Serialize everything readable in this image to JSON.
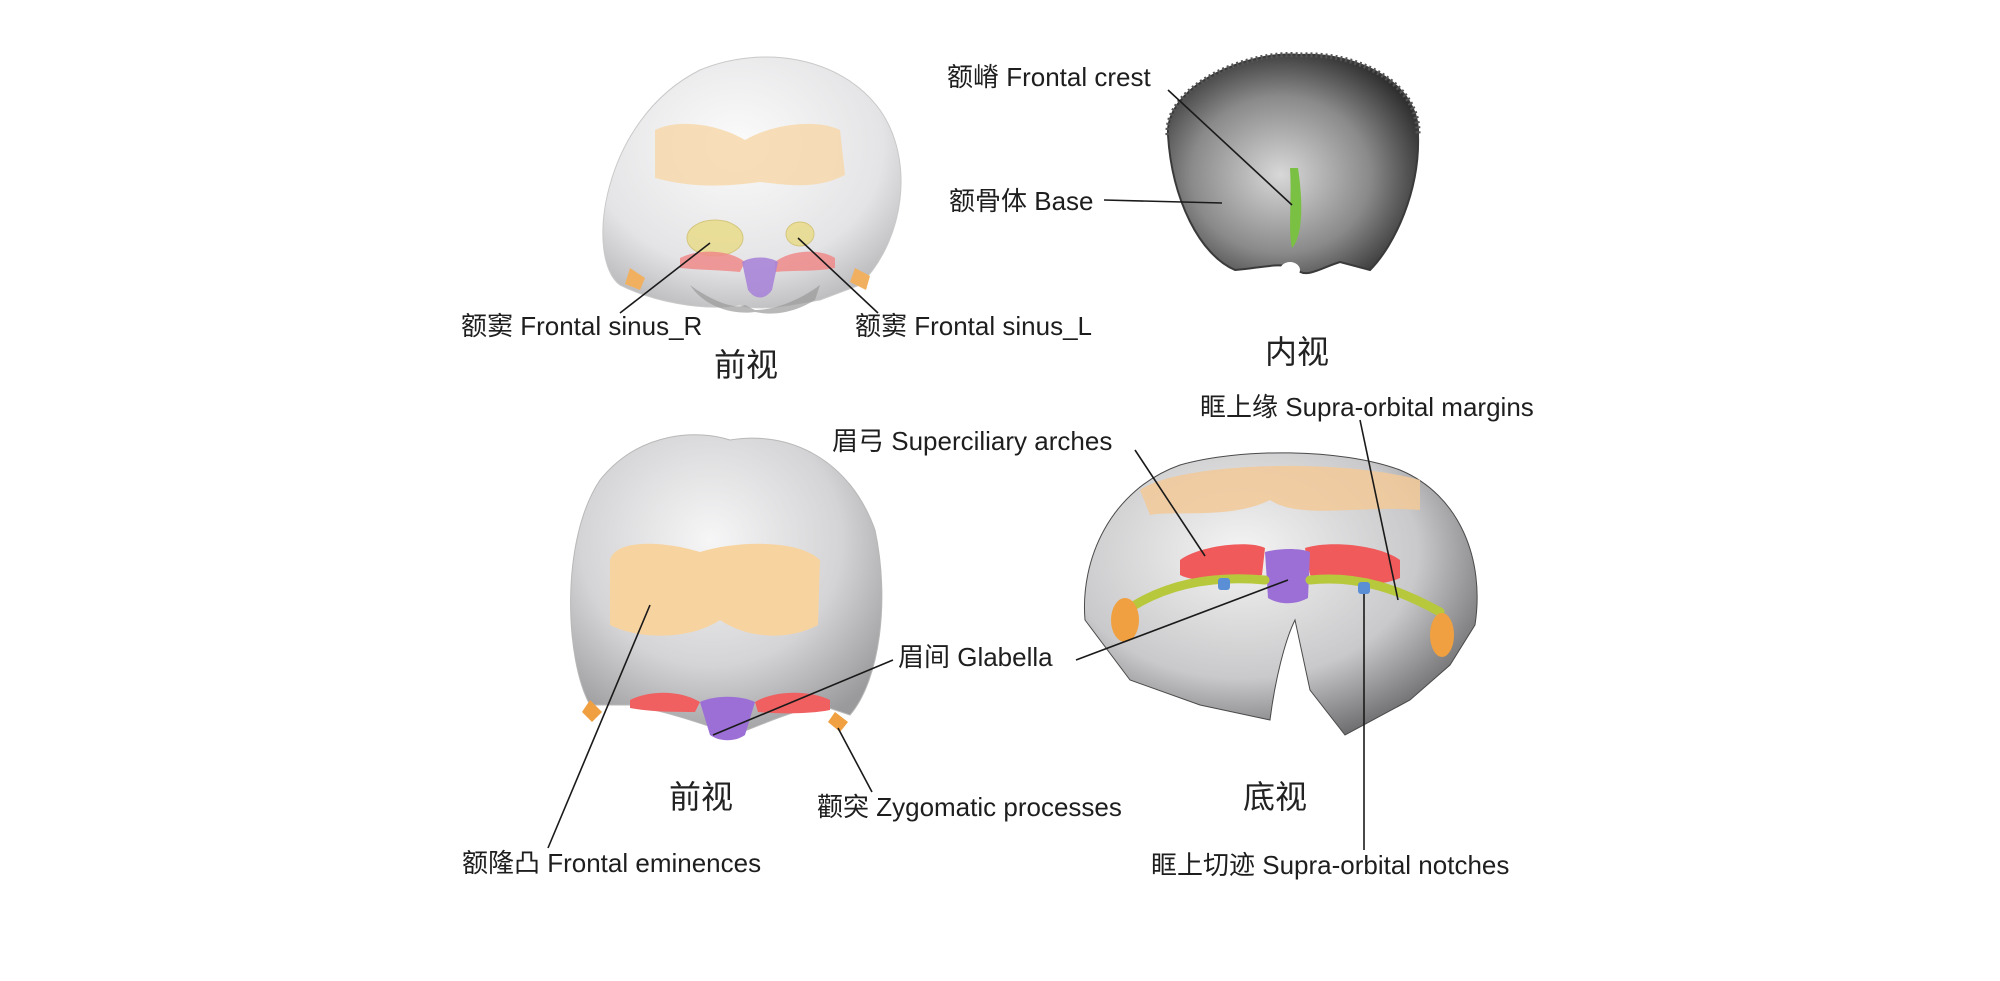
{
  "views": {
    "top_left": "前视",
    "top_right": "内视",
    "bottom_left": "前视",
    "bottom_right": "底视"
  },
  "labels": {
    "frontal_sinus_r": "额窦 Frontal sinus_R",
    "frontal_sinus_l": "额窦 Frontal sinus_L",
    "frontal_crest": "额嵴 Frontal crest",
    "base": "额骨体 Base",
    "superciliary_arches": "眉弓 Superciliary arches",
    "supra_orbital_margins": "眶上缘 Supra-orbital margins",
    "glabella": "眉间 Glabella",
    "zygomatic_processes": "颧突 Zygomatic processes",
    "frontal_eminences": "额隆凸 Frontal eminences",
    "supra_orbital_notches": "眶上切迹 Supra-orbital notches"
  },
  "colors": {
    "bone": "#d9d9db",
    "frontal_eminence": "#f7c98a",
    "sinus": "#e9dc8a",
    "superciliary_arch": "#f05a5a",
    "glabella": "#9b6fd6",
    "zygomatic": "#f0a040",
    "supra_orbital_margin": "#b8c83c",
    "supra_orbital_notch": "#5a8fd6",
    "frontal_crest": "#7ac043",
    "leader_line": "#1a1a1a"
  }
}
